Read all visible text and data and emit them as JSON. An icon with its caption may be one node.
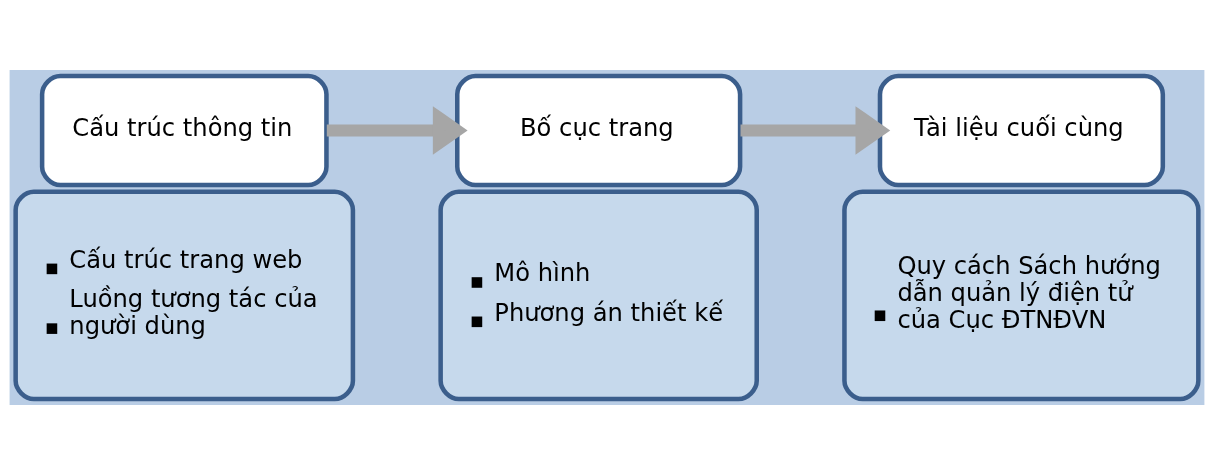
{
  "diagram": {
    "nodes": [
      {
        "text": [
          "Cấu trúc thông tin"
        ]
      },
      {
        "text": [
          "Cấu trúc trang web",
          "Luồng tương tác của người dùng"
        ]
      },
      {
        "text": [
          "Bố cục trang"
        ]
      },
      {
        "text": [
          "Mô hình",
          "Phương án thiết kế"
        ]
      },
      {
        "text": [
          "Tài liệu cuối cùng"
        ]
      },
      {
        "text": [
          "Quy cách Sách hướng dẫn quản lý điện tử của Cục ĐTNĐVN"
        ]
      }
    ],
    "edges": [
      {
        "from": 0,
        "to": 2,
        "arrow": "to"
      },
      {
        "from": 2,
        "to": 4,
        "arrow": "to"
      }
    ]
  }
}
